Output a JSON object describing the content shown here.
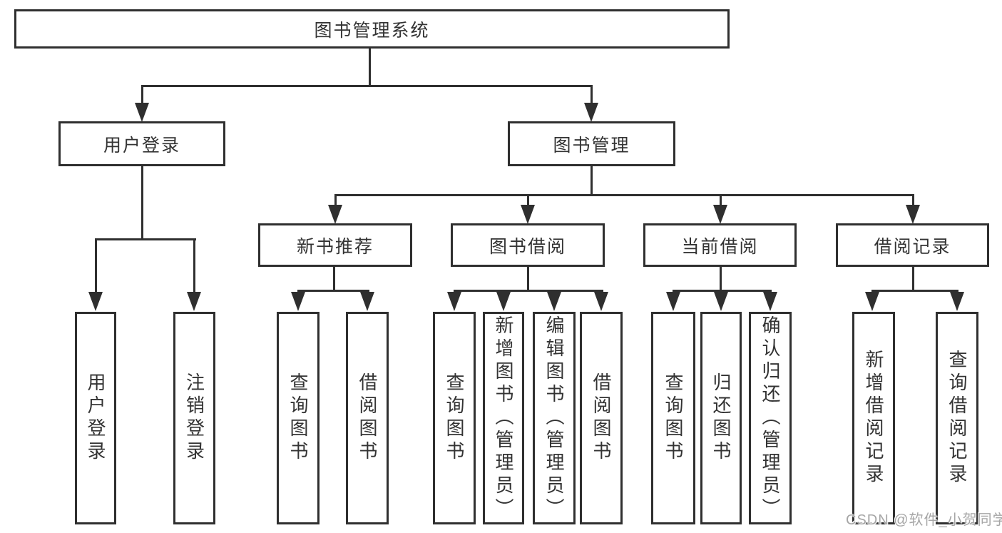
{
  "diagram": {
    "title": "图书管理系统",
    "root": {
      "label": "图书管理系统"
    },
    "level2": {
      "user_login": {
        "label": "用户登录"
      },
      "book_mgmt": {
        "label": "图书管理"
      }
    },
    "level3": {
      "new_book_rec": {
        "label": "新书推荐"
      },
      "book_borrow": {
        "label": "图书借阅"
      },
      "current_borrow": {
        "label": "当前借阅"
      },
      "borrow_record": {
        "label": "借阅记录"
      }
    },
    "leaves": {
      "user_login": "用户登录",
      "logout": "注销登录",
      "query_book_under_rec": "查询图书",
      "borrow_book_under_rec": "借阅图书",
      "query_book_under_borrow": "查询图书",
      "add_book_admin": "新增图书（管理员）",
      "edit_book_admin": "编辑图书（管理员）",
      "borrow_book_under_borrow": "借阅图书",
      "query_book_under_current": "查询图书",
      "return_book": "归还图书",
      "confirm_return_admin": "确认归还（管理员）",
      "add_borrow_record": "新增借阅记录",
      "query_borrow_record": "查询借阅记录"
    },
    "watermark": "CSDN @软件_小贺同学",
    "colors": {
      "line": "#2f2f2f",
      "text": "#333333",
      "background": "#ffffff",
      "watermark": "#a6a6a6"
    }
  }
}
